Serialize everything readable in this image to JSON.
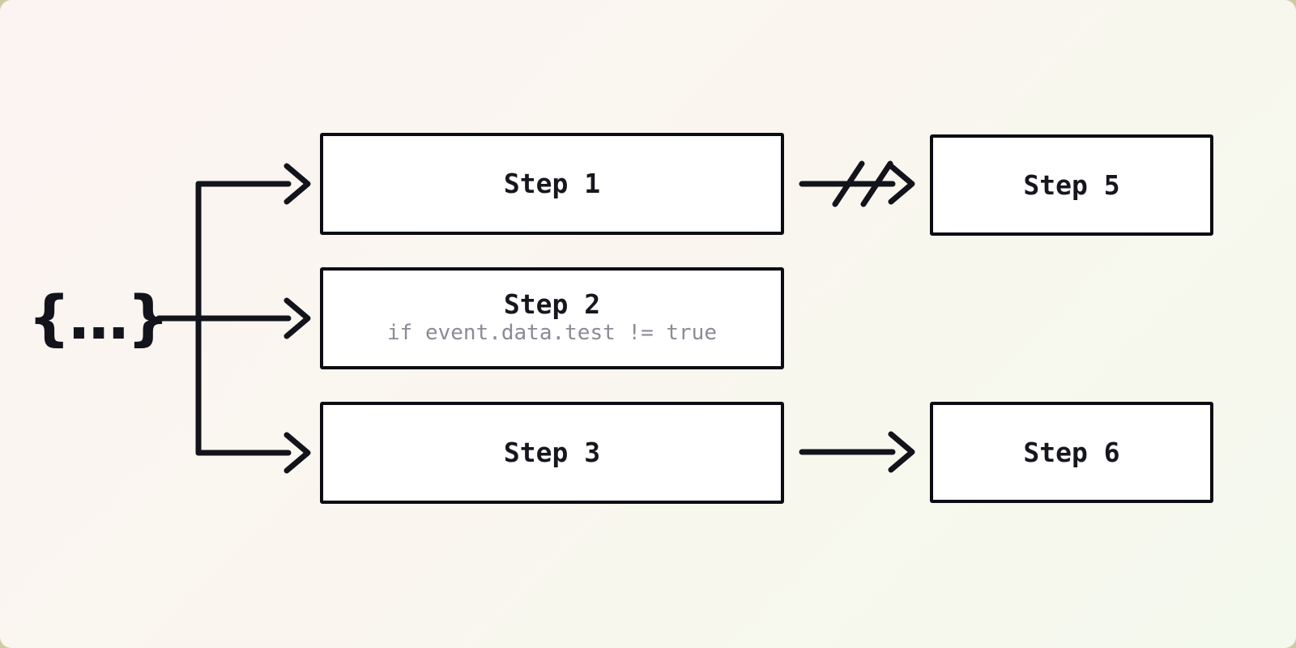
{
  "diagram": {
    "event_source": {
      "label": "{...}"
    },
    "steps": [
      {
        "id": "step-1",
        "title": "Step 1",
        "condition": ""
      },
      {
        "id": "step-2",
        "title": "Step 2",
        "condition": "if event.data.test != true"
      },
      {
        "id": "step-3",
        "title": "Step 3",
        "condition": ""
      },
      {
        "id": "step-5",
        "title": "Step 5",
        "condition": ""
      },
      {
        "id": "step-6",
        "title": "Step 6",
        "condition": ""
      }
    ],
    "edges": [
      {
        "from": "event-source",
        "to": "step-1",
        "type": "arrow"
      },
      {
        "from": "event-source",
        "to": "step-2",
        "type": "arrow"
      },
      {
        "from": "event-source",
        "to": "step-3",
        "type": "arrow"
      },
      {
        "from": "step-1",
        "to": "step-5",
        "type": "cancelled-arrow"
      },
      {
        "from": "step-3",
        "to": "step-6",
        "type": "arrow"
      }
    ],
    "colors": {
      "ink": "#13131b",
      "box_border": "#0c0c14",
      "box_background": "#ffffff",
      "condition_text": "#8b8b96",
      "background_top_left": "#fcf4f3",
      "background_bottom_right": "#f4f9ed"
    }
  }
}
